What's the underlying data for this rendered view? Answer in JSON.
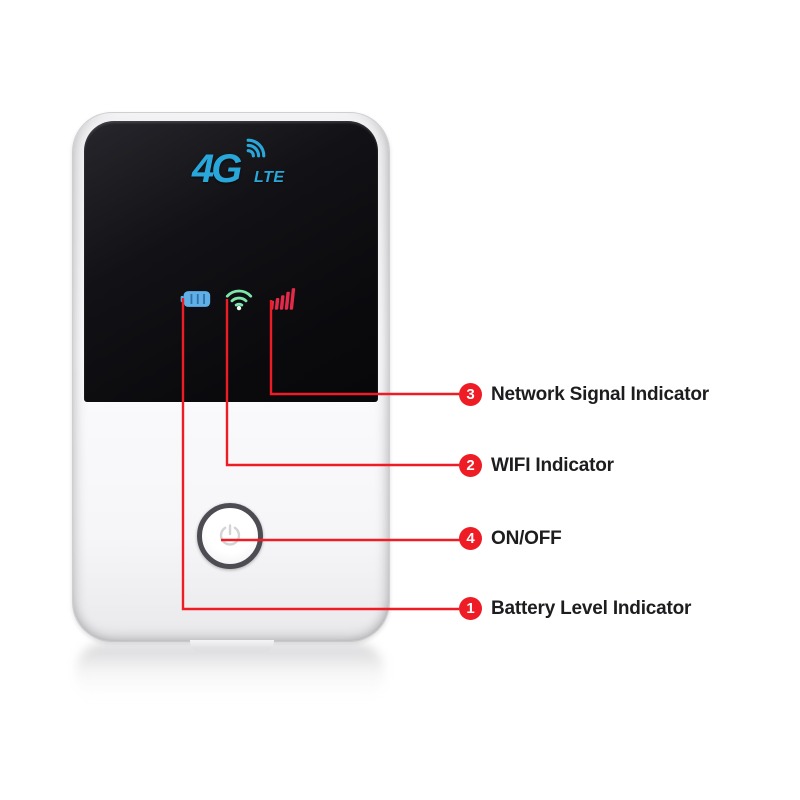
{
  "device": {
    "name": "4g-lte-mobile-wifi-router",
    "logo": {
      "primary": "4G",
      "secondary": "LTE"
    },
    "indicators": [
      {
        "id": "battery",
        "icon": "battery-icon",
        "color": "#5fb0e8"
      },
      {
        "id": "wifi",
        "icon": "wifi-icon",
        "color": "#7fe6ab"
      },
      {
        "id": "signal",
        "icon": "signal-bars-icon",
        "color": "#e5294a"
      }
    ],
    "power_button": {
      "icon": "power-icon"
    }
  },
  "callouts": {
    "accent_color": "#ee1c24",
    "items": [
      {
        "number": "3",
        "label": "Network Signal Indicator"
      },
      {
        "number": "2",
        "label": "WIFI Indicator"
      },
      {
        "number": "4",
        "label": "ON/OFF"
      },
      {
        "number": "1",
        "label": "Battery Level Indicator"
      }
    ]
  },
  "colors": {
    "accent-red": "#ee1c24",
    "logo-blue": "#2aa7da",
    "battery-blue": "#5fb0e8",
    "wifi-green": "#7fe6ab",
    "signal-red": "#e5294a",
    "panel-black": "#0d0d10",
    "label-ink": "#1d1d1f"
  }
}
